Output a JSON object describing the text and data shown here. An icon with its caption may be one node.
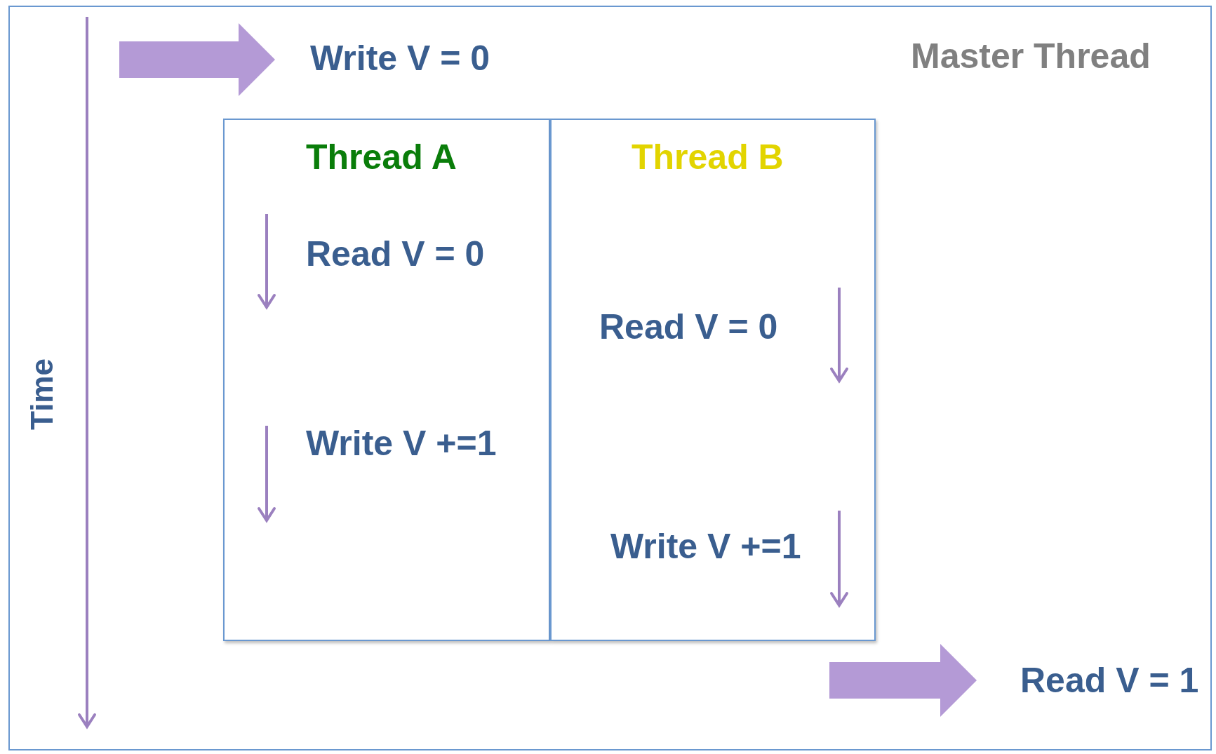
{
  "diagram": {
    "nodes": [
      {
        "text": [
          "Master Thread"
        ]
      },
      {
        "text": [
          "Write V = 0"
        ],
        "in": 0
      },
      {
        "text": [
          "Thread A",
          "Read V = 0",
          "Write V +=1"
        ],
        "in": 0
      },
      {
        "text": [
          "Thread B",
          "Read V = 0",
          "Write V +=1"
        ],
        "in": 0
      },
      {
        "text": [
          "Read V = 1"
        ],
        "in": 0
      }
    ],
    "edges": [
      {
        "from": null,
        "to": 1,
        "arrow": "to"
      },
      {
        "from": null,
        "to": 4,
        "arrow": "to"
      }
    ],
    "labels": [
      "Time"
    ]
  }
}
